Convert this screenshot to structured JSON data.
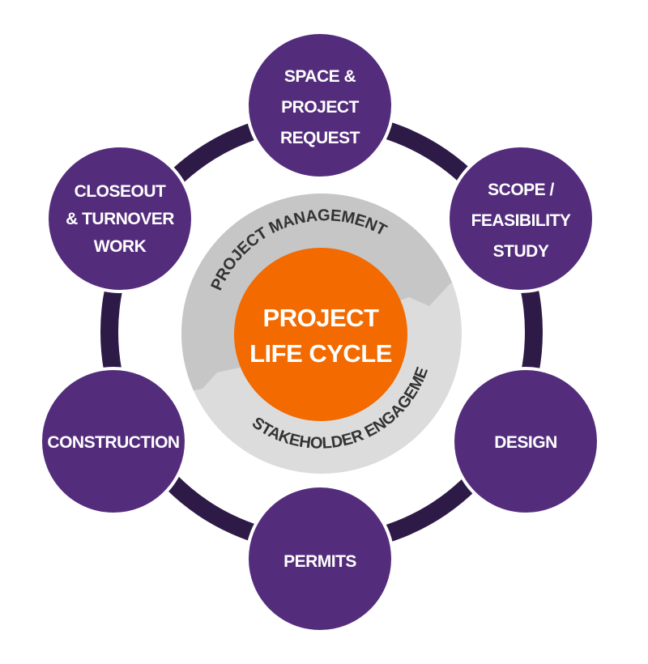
{
  "center": {
    "line1": "PROJECT",
    "line2": "LIFE CYCLE"
  },
  "ring": {
    "top": "PROJECT MANAGEMENT",
    "bottom": "STAKEHOLDER ENGAGEMENT"
  },
  "stages": [
    {
      "lines": [
        "SPACE &",
        "PROJECT",
        "REQUEST"
      ]
    },
    {
      "lines": [
        "SCOPE /",
        "FEASIBILITY",
        "STUDY"
      ]
    },
    {
      "lines": [
        "DESIGN"
      ]
    },
    {
      "lines": [
        "PERMITS"
      ]
    },
    {
      "lines": [
        "CONSTRUCTION"
      ]
    },
    {
      "lines": [
        "CLOSEOUT",
        "& TURNOVER",
        "WORK"
      ]
    }
  ],
  "colors": {
    "stage": "#532d7c",
    "connector": "#2e1a47",
    "center": "#f26a00",
    "ring_dark": "#c6c6c6",
    "ring_light": "#dcdcdc"
  }
}
